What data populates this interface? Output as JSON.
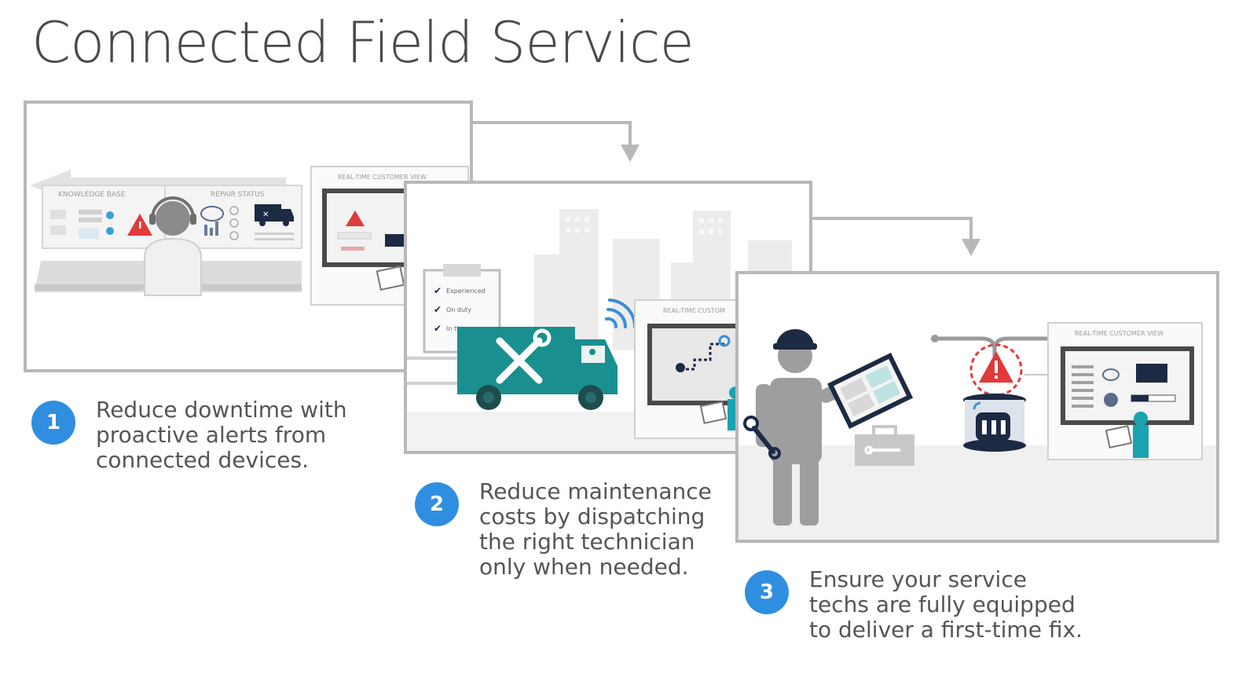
{
  "title": "Connected Field Service",
  "colors": {
    "accent_blue": "#2f8ee0",
    "teal": "#1a8f8f",
    "alert_red": "#e03a3a",
    "navy": "#1d2a44",
    "panel_border": "#b8b8b8",
    "gray_figure": "#9e9e9e"
  },
  "panels": [
    {
      "labels": {
        "knowledge_base": "KNOWLEDGE BASE",
        "repair_status": "REPAIR STATUS",
        "customer_view": "REAL-TIME CUSTOMER VIEW"
      },
      "icons": [
        "headset-agent-icon",
        "alert-triangle-icon",
        "cloud-icon",
        "truck-icon",
        "tablet-user-icon"
      ]
    },
    {
      "labels": {
        "customer_view": "REAL-TIME CUSTOM"
      },
      "checklist": [
        "Experienced",
        "On duty",
        "In the area"
      ],
      "icons": [
        "clipboard-icon",
        "service-truck-icon",
        "wrench-screwdriver-icon",
        "wifi-signal-icon",
        "map-route-icon",
        "city-skyline-icon"
      ]
    },
    {
      "labels": {
        "customer_view": "REAL-TIME CUSTOMER VIEW"
      },
      "icons": [
        "technician-icon",
        "hard-hat-icon",
        "tablet-icon",
        "wrench-icon",
        "toolbox-icon",
        "alert-triangle-icon",
        "connected-device-icon"
      ]
    }
  ],
  "steps": [
    {
      "number": "1",
      "text": "Reduce downtime with proactive alerts from connected devices."
    },
    {
      "number": "2",
      "text": "Reduce maintenance costs by dispatching the right technician only when needed."
    },
    {
      "number": "3",
      "text": "Ensure your service techs are fully equipped to deliver a first-time fix."
    }
  ]
}
